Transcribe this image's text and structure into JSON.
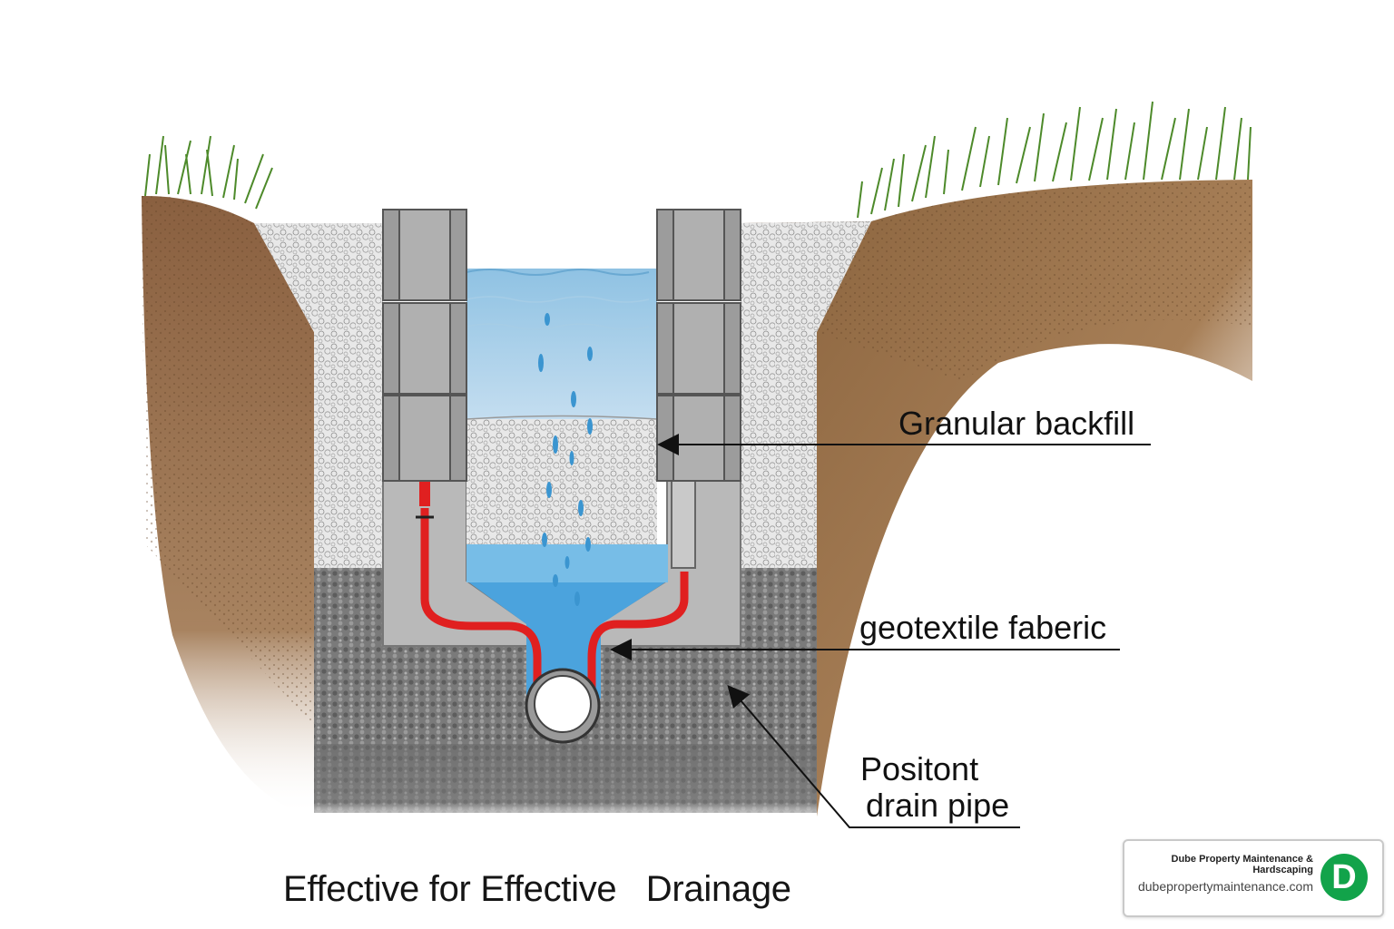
{
  "labels": {
    "granular_backfill": "Granular backfill",
    "geotextile": "geotextile faberic",
    "pipe_line1": "Positont",
    "pipe_line2": "drain pipe"
  },
  "caption": "Effective for Effective   Drainage",
  "brand": {
    "name": "Dube Property Maintenance & Hardscaping",
    "url": "dubepropertymaintenance.com",
    "logo_letter": "D",
    "logo_color": "#12a34a"
  },
  "icons": [
    "grass-icon",
    "water-drop-icon",
    "arrow-icon",
    "drain-pipe-icon"
  ],
  "colors": {
    "soil": "#8b6340",
    "gravel": "#dcdcdc",
    "dark_gravel": "#6e6e6e",
    "concrete": "#b4b4b4",
    "water": "#9ac8e6",
    "red_membrane": "#e02020",
    "pool_water": "#4ba3dd"
  }
}
